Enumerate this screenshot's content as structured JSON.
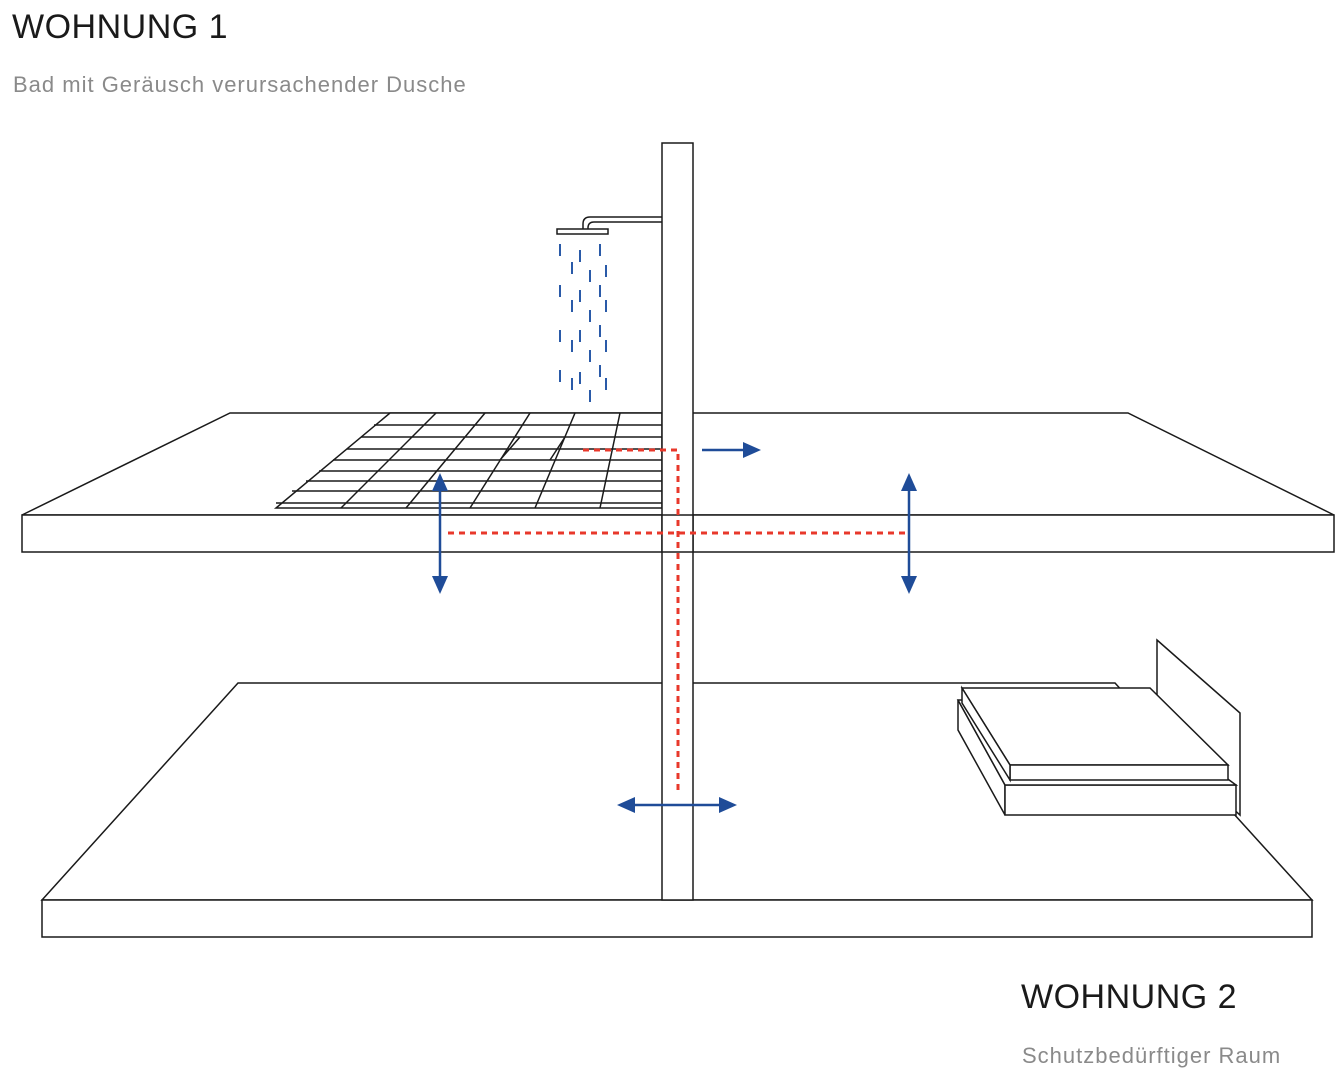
{
  "apartment1": {
    "title": "WOHNUNG 1",
    "subtitle": "Bad mit Geräusch verursachender Dusche"
  },
  "apartment2": {
    "title": "WOHNUNG 2",
    "subtitle": "Schutzbedürftiger Raum"
  },
  "colors": {
    "line": "#1a1a1a",
    "sound_path": "#e8382b",
    "arrows": "#1f4c98",
    "water": "#2a5aa8"
  },
  "icons": [
    "shower-head-icon",
    "bed-icon",
    "tile-floor-icon"
  ]
}
